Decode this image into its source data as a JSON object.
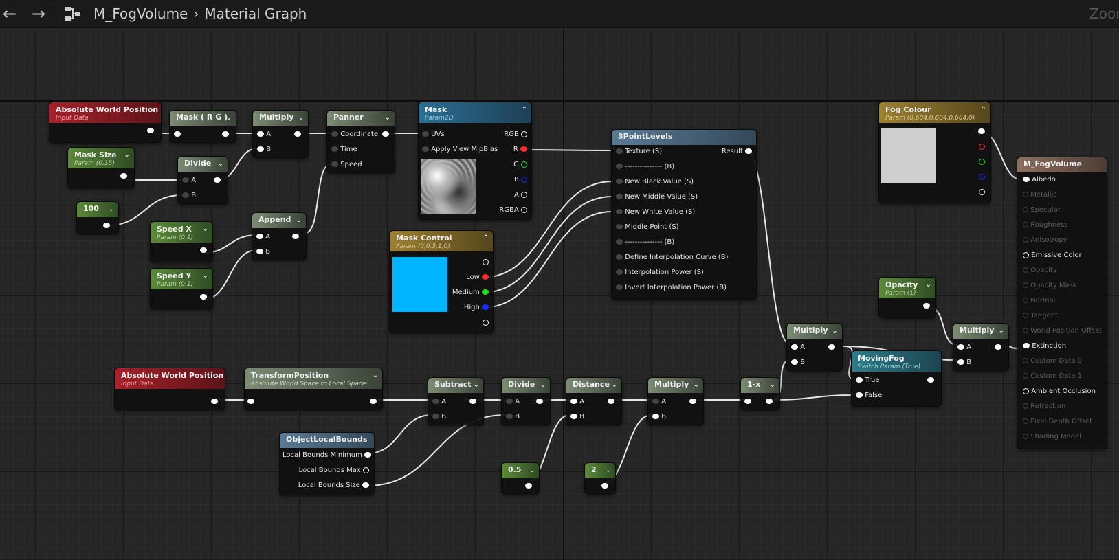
{
  "topbar": {
    "back_icon": "arrow-left-icon",
    "forward_icon": "arrow-right-icon",
    "graph_icon": "graph-icon",
    "breadcrumb_material": "M_FogVolume",
    "breadcrumb_graph": "Material Graph",
    "zoom_label": "Zoom"
  },
  "nodes": {
    "awp1": {
      "title": "Absolute World Position",
      "subtitle": "Input Data"
    },
    "maskrg": {
      "title": "Mask ( R G )"
    },
    "multiply1": {
      "title": "Multiply",
      "pins": [
        "A",
        "B"
      ]
    },
    "panner": {
      "title": "Panner",
      "pins": [
        "Coordinate",
        "Time",
        "Speed"
      ]
    },
    "mask": {
      "title": "Mask",
      "subtitle": "Param2D",
      "inputs": [
        "UVs",
        "Apply View MipBias"
      ],
      "outputs": [
        "RGB",
        "R",
        "G",
        "B",
        "A",
        "RGBA"
      ]
    },
    "masksize": {
      "title": "Mask Size",
      "subtitle": "Param (0.15)"
    },
    "divide1": {
      "title": "Divide",
      "pins": [
        "A",
        "B"
      ]
    },
    "const100": {
      "title": "100"
    },
    "speedx": {
      "title": "Speed X",
      "subtitle": "Param (0.1)"
    },
    "append": {
      "title": "Append",
      "pins": [
        "A",
        "B"
      ]
    },
    "speedy": {
      "title": "Speed Y",
      "subtitle": "Param (0.1)"
    },
    "maskcontrol": {
      "title": "Mask Control",
      "subtitle": "Param (0,0.5,1,0)",
      "outputs": [
        "Low",
        "Medium",
        "High"
      ]
    },
    "threepoint": {
      "title": "3PointLevels",
      "inputs": [
        "Texture (S)",
        "--------------- (B)",
        "New Black Value (S)",
        "New Middle Value (S)",
        "New White Value (S)",
        "Middle Point (S)",
        "--------------- (B)",
        "Define Interpolation Curve (B)",
        "Interpolation Power (S)",
        "Invert Interpolation Power (B)"
      ],
      "output": "Result"
    },
    "fogcolour": {
      "title": "Fog Colour",
      "subtitle": "Param (0.604,0.604,0.604,0)"
    },
    "fogvolume": {
      "title": "M_FogVolume",
      "pins": [
        "Albedo",
        "Metallic",
        "Specular",
        "Roughness",
        "Anisotropy",
        "Emissive Color",
        "Opacity",
        "Opacity Mask",
        "Normal",
        "Tangent",
        "World Position Offset",
        "Extinction",
        "Custom Data 0",
        "Custom Data 1",
        "Ambient Occlusion",
        "Refraction",
        "Pixel Depth Offset",
        "Shading Model"
      ]
    },
    "opacity": {
      "title": "Opacity",
      "subtitle": "Param (1)"
    },
    "multiply4": {
      "title": "Multiply",
      "pins": [
        "A",
        "B"
      ]
    },
    "multiply3": {
      "title": "Multiply",
      "pins": [
        "A",
        "B"
      ]
    },
    "movingfog": {
      "title": "MovingFog",
      "subtitle": "Switch Param (True)",
      "pins": [
        "True",
        "False"
      ]
    },
    "awp2": {
      "title": "Absolute World Position",
      "subtitle": "Input Data"
    },
    "transform": {
      "title": "TransformPosition",
      "subtitle": "Absolute World Space to Local Space"
    },
    "subtract": {
      "title": "Subtract",
      "pins": [
        "A",
        "B"
      ]
    },
    "divide2": {
      "title": "Divide",
      "pins": [
        "A",
        "B"
      ]
    },
    "distance": {
      "title": "Distance",
      "pins": [
        "A",
        "B"
      ]
    },
    "multiply2": {
      "title": "Multiply",
      "pins": [
        "A",
        "B"
      ]
    },
    "oneminus": {
      "title": "1-x"
    },
    "bounds": {
      "title": "ObjectLocalBounds",
      "outputs": [
        "Local Bounds Minimum",
        "Local Bounds Max",
        "Local Bounds Size"
      ]
    },
    "const05": {
      "title": "0.5"
    },
    "const2": {
      "title": "2"
    }
  },
  "colors": {
    "mask_control_swatch": "#00b4ff",
    "fog_colour_swatch": "#cfcfcf",
    "pin_red": "#ff2a2a",
    "pin_green": "#19e019",
    "pin_blue": "#1e2bff"
  }
}
